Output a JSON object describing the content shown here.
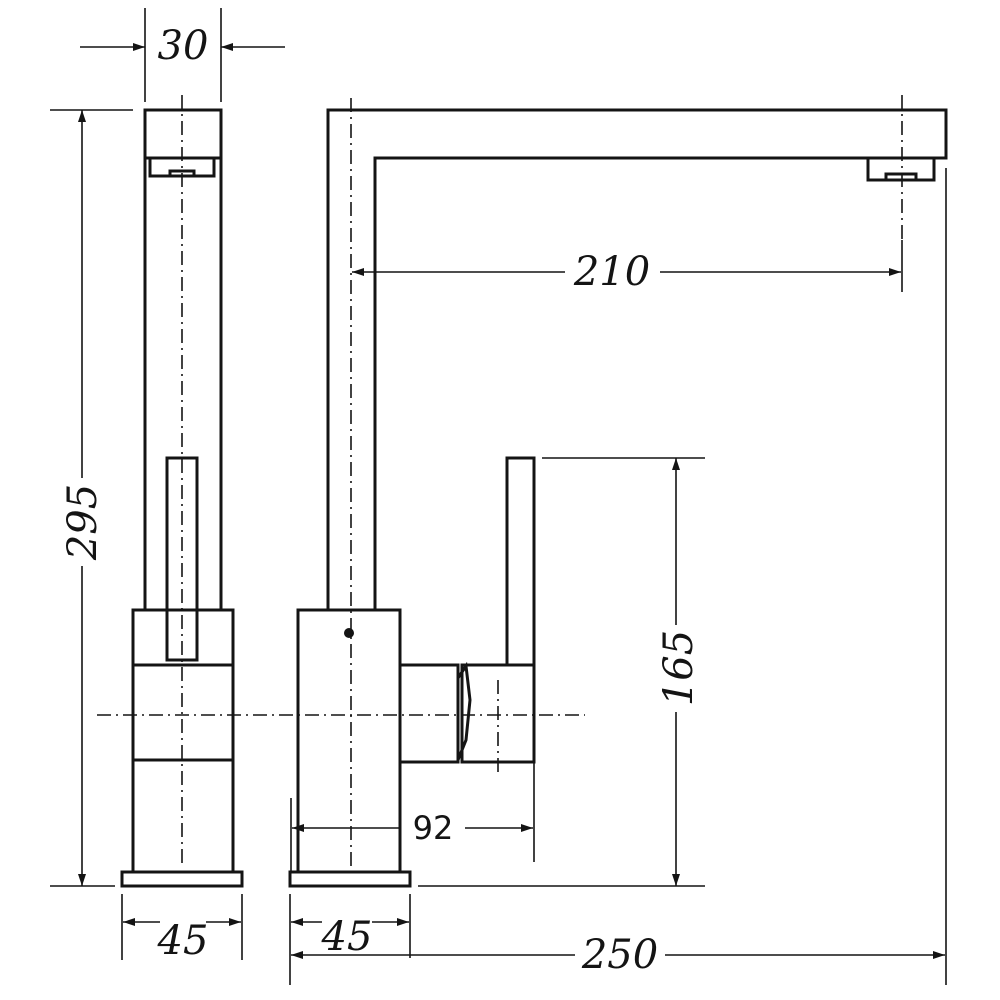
{
  "dimensions": {
    "spout_width": "30",
    "total_height": "295",
    "spout_reach": "210",
    "handle_height": "165",
    "handle_offset": "92",
    "front_base_width": "45",
    "side_base_width": "45",
    "total_depth": "250"
  },
  "colors": {
    "line": "#141414",
    "background": "#ffffff"
  }
}
